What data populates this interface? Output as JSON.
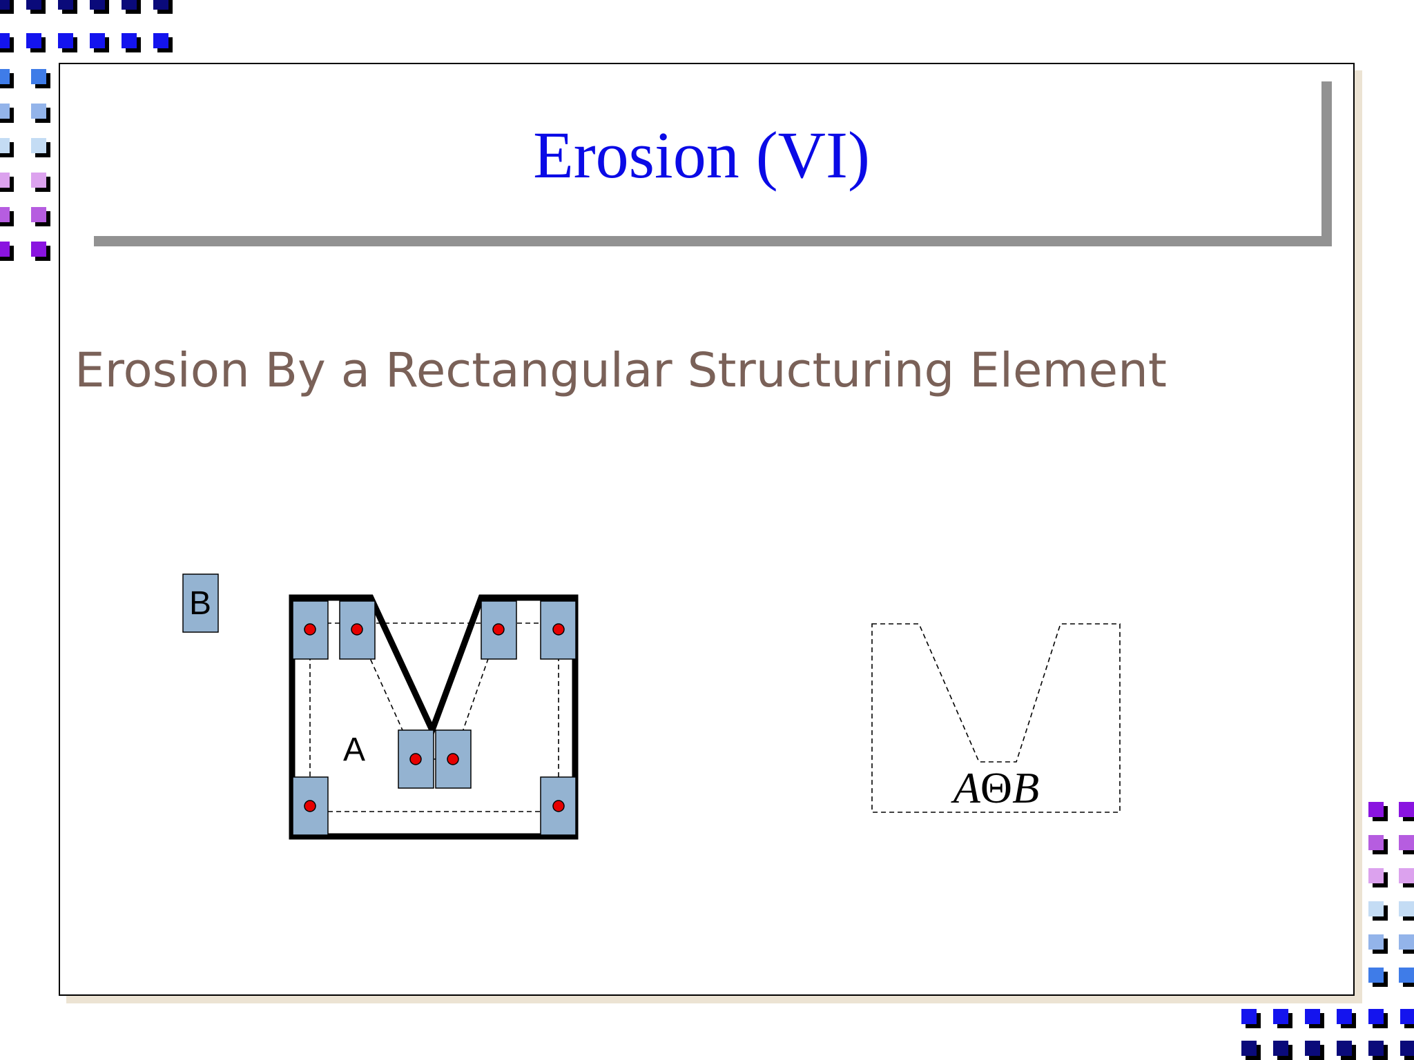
{
  "slide": {
    "title": "Erosion (VI)",
    "subtitle": "Erosion By a Rectangular Structuring Element"
  },
  "diagram": {
    "structuring_element_label": "B",
    "set_label": "A",
    "result_label": {
      "a": "A",
      "op": "Θ",
      "b": "B"
    }
  },
  "colors": {
    "title": "#0a0ae6",
    "subtitle": "#7a6158",
    "element_fill": "#94b3d1",
    "origin_dot": "#e60000",
    "frame_rule": "#929292",
    "decor_squares": [
      "#0a0a7a",
      "#1414ee",
      "#3f7ce8",
      "#93b4ea",
      "#c4dcf4",
      "#dca2ee",
      "#b65de0",
      "#8a14e0"
    ]
  }
}
